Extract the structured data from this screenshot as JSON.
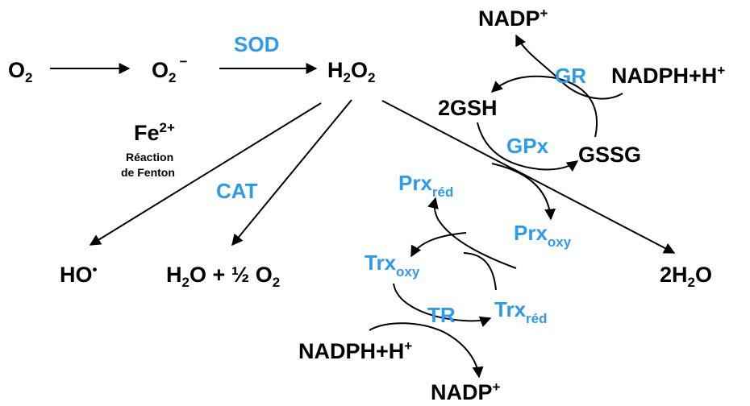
{
  "colors": {
    "enzyme": "#2b9cec",
    "species": "#000000"
  },
  "top_pathway": {
    "o2": {
      "base": "O",
      "sub": "2"
    },
    "superoxide": {
      "base": "O",
      "sub": "2",
      "sup": "−"
    },
    "sod": "SOD",
    "h2o2": {
      "p1": "H",
      "s1": "2",
      "p2": "O",
      "s2": "2"
    }
  },
  "fenton": {
    "fe": {
      "base": "Fe",
      "sup": "2+"
    },
    "note_line1": "Réaction",
    "note_line2": "de Fenton",
    "product": "HO",
    "product_dot": "•"
  },
  "catalase": {
    "enzyme": "CAT",
    "product": {
      "p1": "H",
      "s1": "2",
      "p2": "O + ½ O",
      "s2": "2"
    }
  },
  "glutathione_cycle": {
    "nadp_top": {
      "base": "NADP",
      "sup": "+"
    },
    "gr": "GR",
    "nadph_top": {
      "base": "NADPH+H",
      "sup": "+"
    },
    "gsh": "2GSH",
    "gpx": "GPx",
    "gssg": "GSSG"
  },
  "peroxiredoxin_cycle": {
    "prx_red": {
      "base": "Prx",
      "sub": "réd"
    },
    "prx_oxy": {
      "base": "Prx",
      "sub": "oxy"
    },
    "trx_oxy": {
      "base": "Trx",
      "sub": "oxy"
    },
    "trx_red": {
      "base": "Trx",
      "sub": "réd"
    },
    "tr": "TR",
    "nadph_bottom": {
      "base": "NADPH+H",
      "sup": "+"
    },
    "nadp_bottom": {
      "base": "NADP",
      "sup": "+"
    }
  },
  "water_product": {
    "p1": "2H",
    "s1": "2",
    "p2": "O"
  }
}
